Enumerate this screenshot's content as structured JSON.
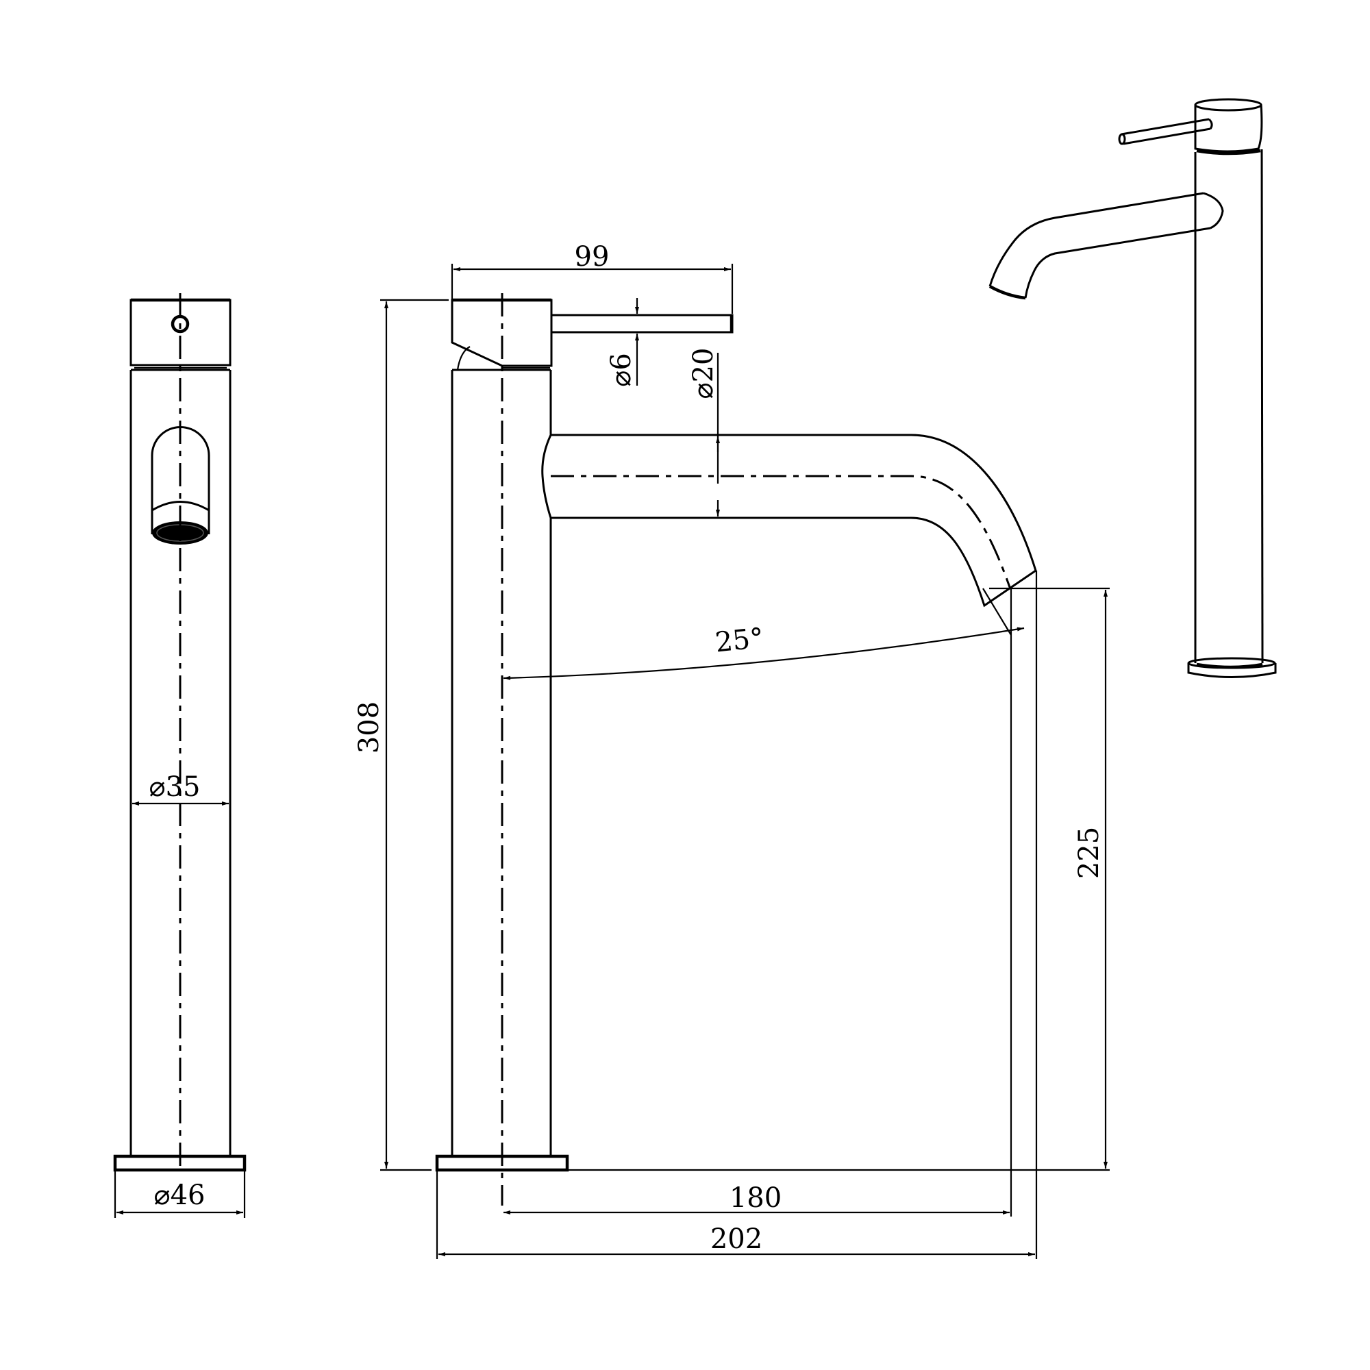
{
  "drawing": {
    "subject": "Tall single-lever basin mixer tap",
    "views": {
      "side_view": {
        "dimensions": {
          "body_diameter": "⌀35",
          "base_diameter": "⌀46"
        }
      },
      "front_elevation": {
        "dimensions": {
          "lever_reach": "99",
          "lever_diameter": "⌀6",
          "spout_diameter": "⌀20",
          "overall_height": "308",
          "spout_height": "225",
          "spout_swivel_angle": "25°",
          "spout_reach": "180",
          "overall_depth": "202"
        }
      },
      "isometric_view": {}
    },
    "colors": {
      "line": "#000000",
      "background": "#ffffff"
    }
  }
}
